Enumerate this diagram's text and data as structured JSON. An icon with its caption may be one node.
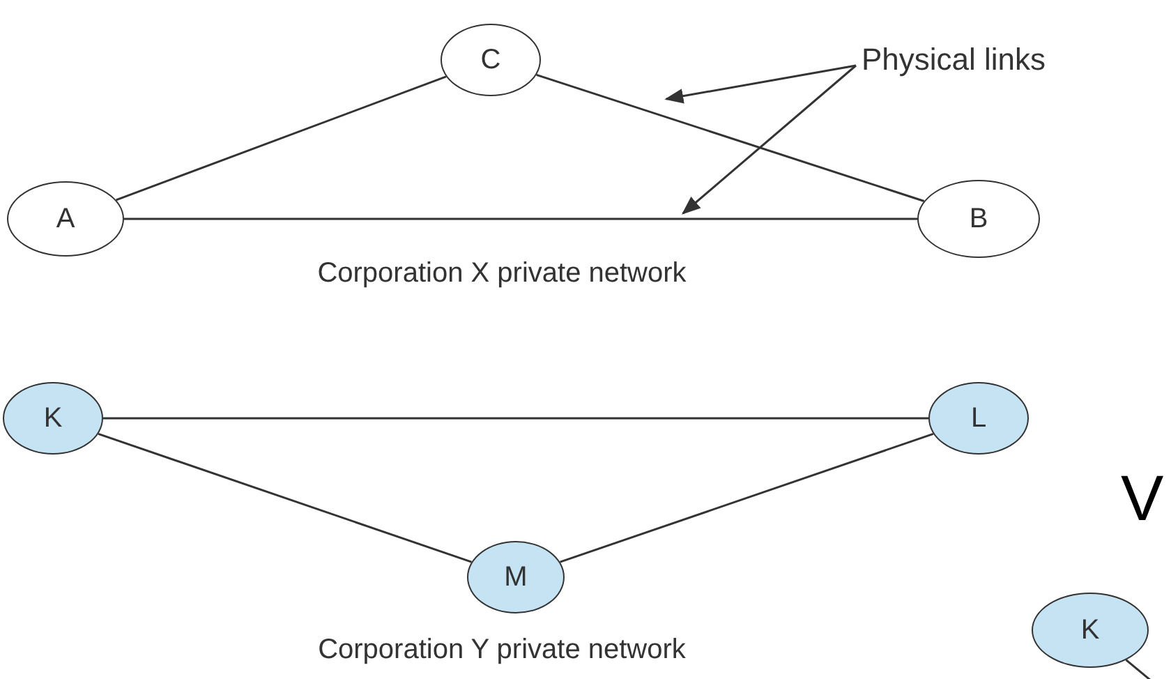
{
  "diagram": {
    "nodes": [
      {
        "text": [
          "C"
        ]
      },
      {
        "text": [
          "A"
        ]
      },
      {
        "text": [
          "B"
        ]
      },
      {
        "text": [
          "Physical links"
        ]
      },
      {
        "text": [
          "K"
        ]
      },
      {
        "text": [
          "L"
        ]
      },
      {
        "text": [
          "M"
        ]
      },
      {
        "text": [
          "K"
        ]
      }
    ],
    "edges": [
      {
        "from": 1,
        "to": 0,
        "arrow": "none"
      },
      {
        "from": 0,
        "to": 2,
        "arrow": "none"
      },
      {
        "from": 1,
        "to": 2,
        "arrow": "none"
      },
      {
        "from": 3,
        "to": null,
        "arrow": "to"
      },
      {
        "from": 3,
        "to": null,
        "arrow": "to"
      },
      {
        "from": 4,
        "to": 5,
        "arrow": "none"
      },
      {
        "from": 4,
        "to": 6,
        "arrow": "none"
      },
      {
        "from": 6,
        "to": 5,
        "arrow": "none"
      },
      {
        "from": 7,
        "to": null,
        "arrow": "none"
      }
    ],
    "labels": [
      "Corporation X private network",
      "Corporation Y private network",
      "V"
    ]
  }
}
